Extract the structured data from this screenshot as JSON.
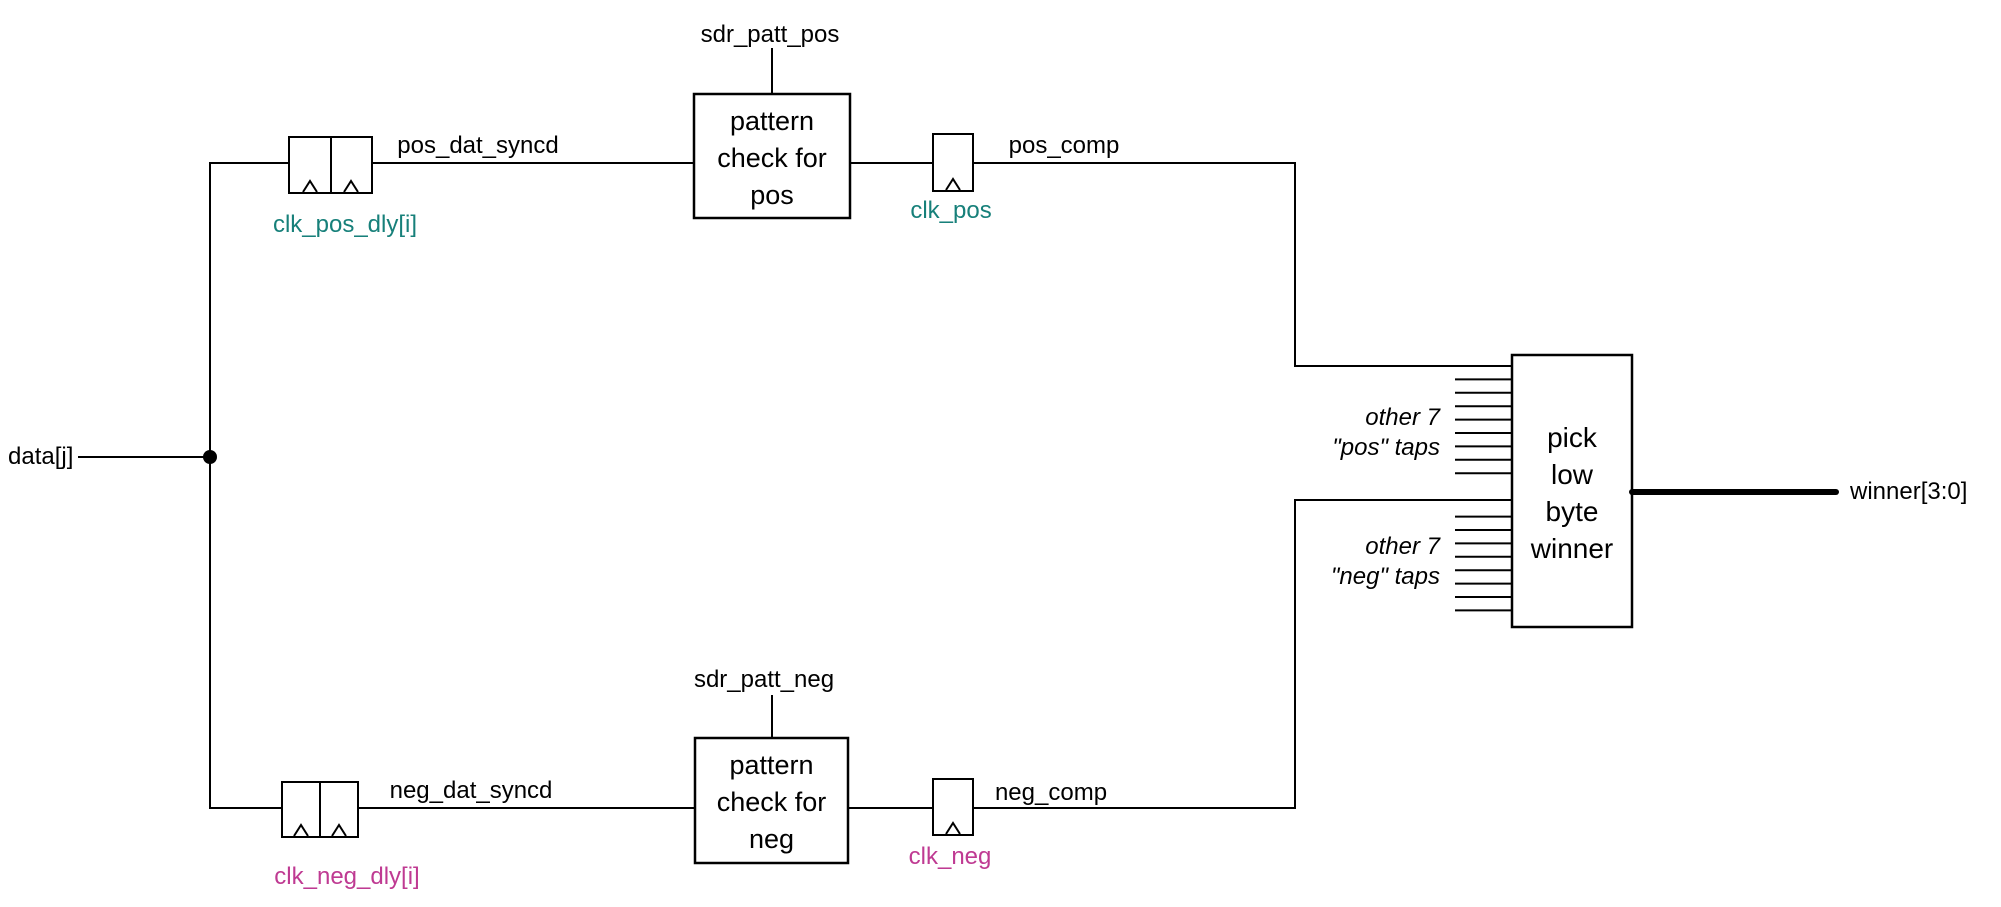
{
  "diagram": {
    "title_meaning": "clock-tap pattern check and winner selection datapath",
    "colors": {
      "background": "#ffffff",
      "line": "#000000",
      "teal": "#17807a",
      "magenta": "#bf3a92"
    },
    "labels": {
      "data_input": "data[j]",
      "pos_dat_syncd": "pos_dat_syncd",
      "neg_dat_syncd": "neg_dat_syncd",
      "sdr_patt_pos": "sdr_patt_pos",
      "sdr_patt_neg": "sdr_patt_neg",
      "pos_comp": "pos_comp",
      "neg_comp": "neg_comp",
      "clk_pos_dly": "clk_pos_dly[i]",
      "clk_neg_dly": "clk_neg_dly[i]",
      "clk_pos": "clk_pos",
      "clk_neg": "clk_neg",
      "winner": "winner[3:0]"
    },
    "blocks": {
      "pattern_check_pos": {
        "line1": "pattern",
        "line2": "check for",
        "line3": "pos"
      },
      "pattern_check_neg": {
        "line1": "pattern",
        "line2": "check for",
        "line3": "neg"
      },
      "picker": {
        "line1": "pick",
        "line2": "low",
        "line3": "byte",
        "line4": "winner"
      }
    },
    "annotations": {
      "pos_taps": {
        "line1": "other 7",
        "line2": "\"pos\" taps"
      },
      "neg_taps": {
        "line1": "other 7",
        "line2": "\"neg\" taps"
      }
    }
  }
}
